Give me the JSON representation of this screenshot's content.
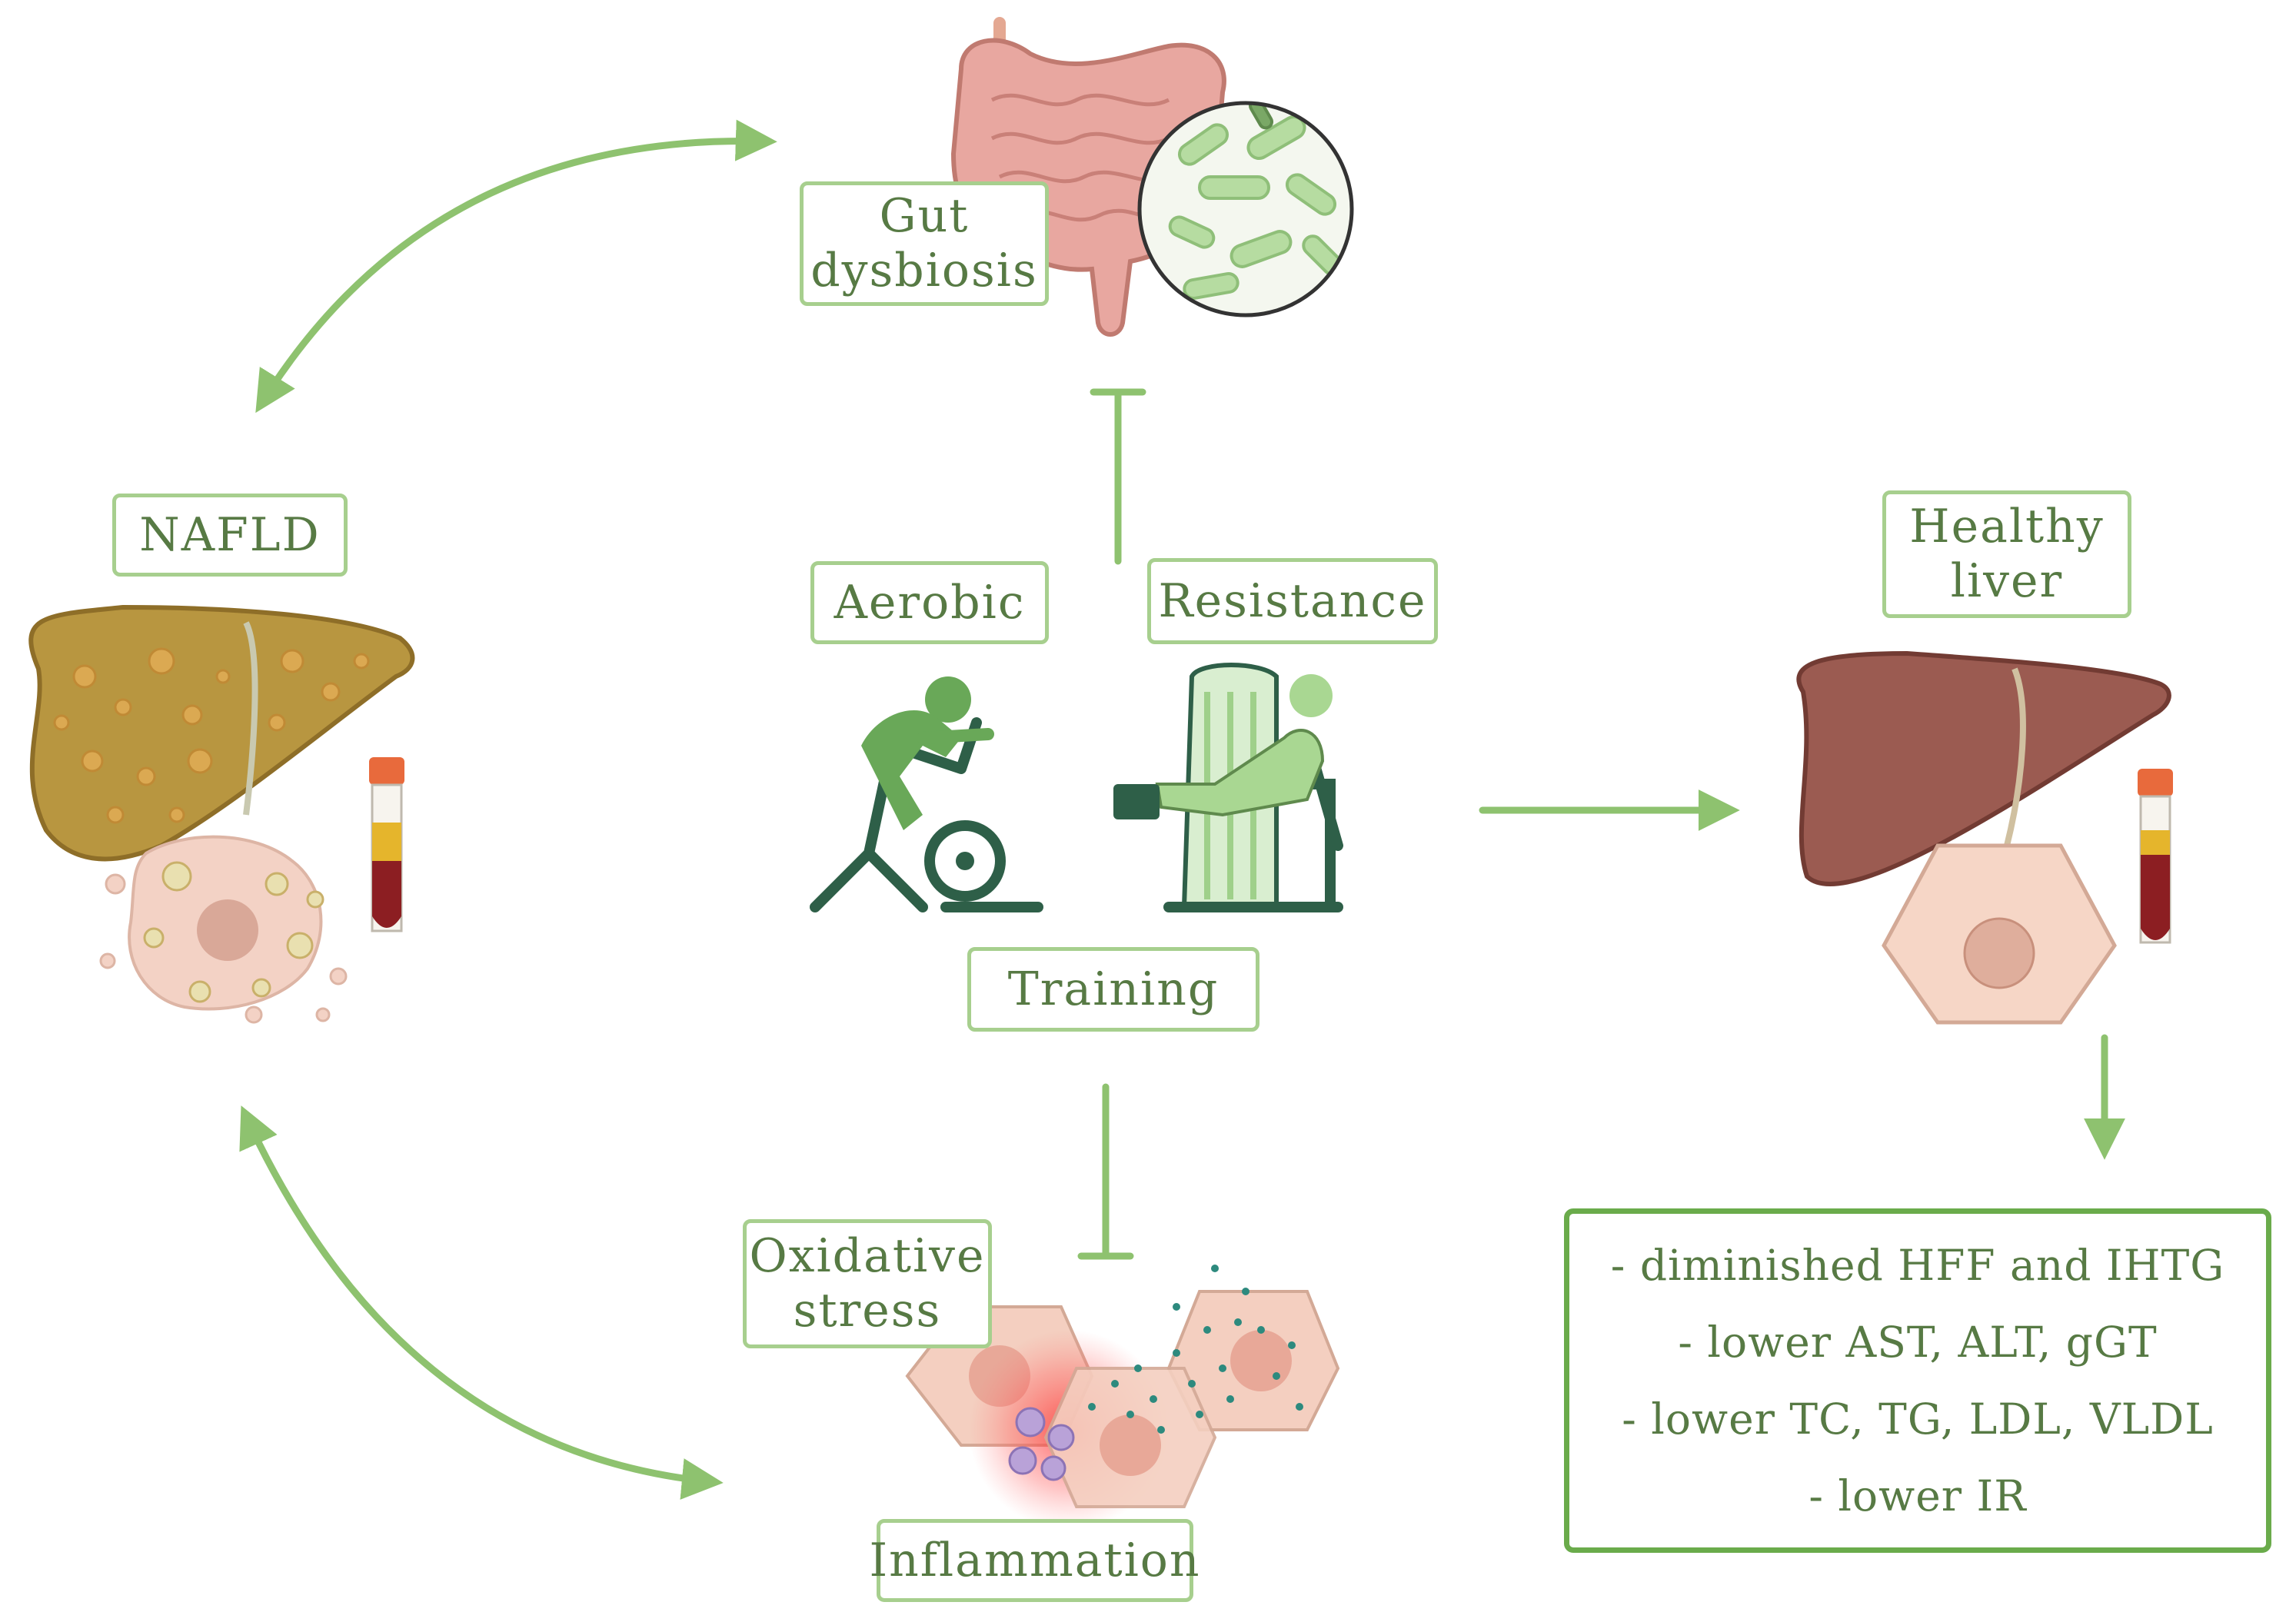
{
  "colors": {
    "arrow": "#8ec26f",
    "label_border": "#a7cf8e",
    "label_text": "#577a44",
    "outcome_border": "#6aab4b",
    "athlete": "#69a858",
    "bike": "#2e5f48",
    "nafld_liver": "#b89640",
    "healthy_liver": "#9b5b51"
  },
  "labels": {
    "gut_line1": "Gut",
    "gut_line2": "dysbiosis",
    "nafld": "NAFLD",
    "aerobic": "Aerobic",
    "resistance": "Resistance",
    "training": "Training",
    "healthy_line1": "Healthy",
    "healthy_line2": "liver",
    "oxidative_line1": "Oxidative",
    "oxidative_line2": "stress",
    "inflammation": "Inflammation"
  },
  "outcomes": [
    "- diminished HFF and IHTG",
    "- lower AST, ALT, gGT",
    "- lower TC, TG, LDL, VLDL",
    "- lower IR"
  ],
  "icons": [
    "large-intestine-icon",
    "gut-bacteria-icon",
    "fatty-liver-icon",
    "fatty-hepatocyte-icon",
    "blood-tube-icon",
    "cycling-athlete-icon",
    "leg-press-athlete-icon",
    "healthy-liver-icon",
    "hepatocyte-icon",
    "inflamed-cells-icon"
  ]
}
